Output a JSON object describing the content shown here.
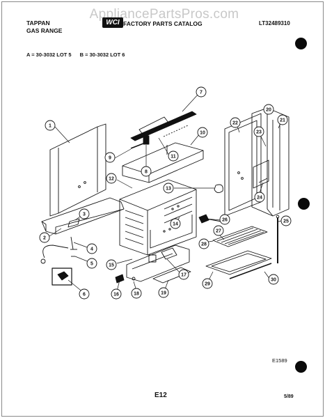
{
  "watermark": "AppliancePartsPros.com",
  "header": {
    "brand_line1": "TAPPAN",
    "brand_line2": "GAS RANGE",
    "logo_text": "WCI",
    "catalog_title": "FACTORY PARTS CATALOG",
    "catalog_number": "LT32489310"
  },
  "models": {
    "a": "A = 30-3032 LOT 5",
    "b": "B = 30-3032 LOT 6"
  },
  "callouts": [
    "1",
    "2",
    "3",
    "4",
    "5",
    "6",
    "7",
    "8",
    "9",
    "10",
    "11",
    "12",
    "13",
    "14",
    "15",
    "16",
    "17",
    "18",
    "19",
    "20",
    "21",
    "22",
    "23",
    "24",
    "25",
    "26",
    "27",
    "28",
    "29",
    "30"
  ],
  "footer": {
    "diagram_code": "E1589",
    "page_code": "E12",
    "date": "5/89"
  },
  "colors": {
    "ink": "#111111",
    "watermark": "#c8c8c8",
    "paper": "#ffffff"
  }
}
